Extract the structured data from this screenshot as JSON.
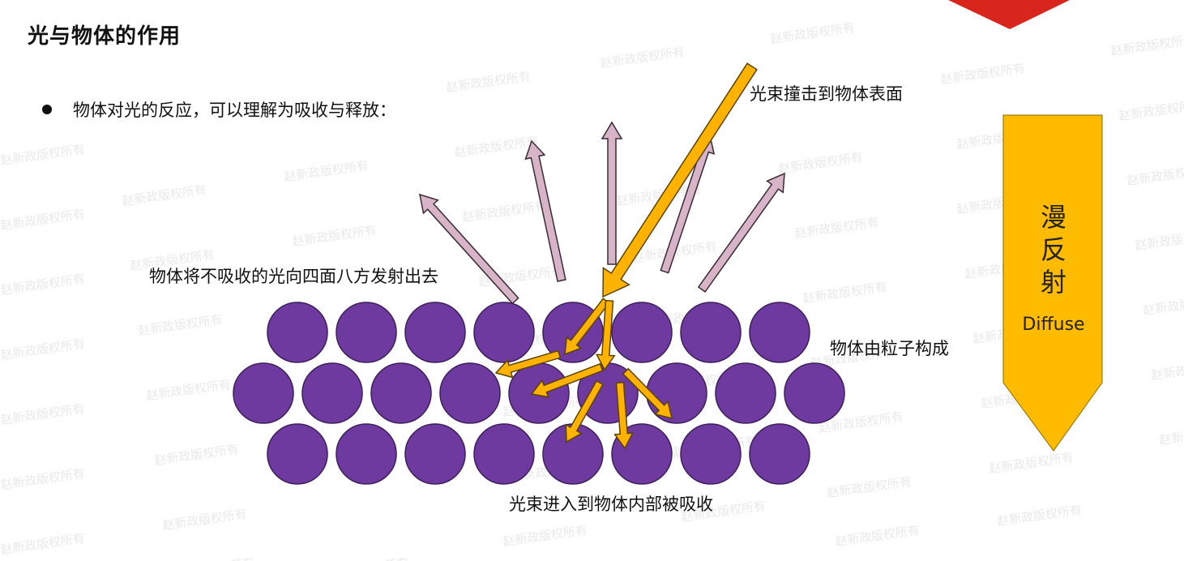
{
  "title": "光与物体的作用",
  "bullet": "物体对光的反应，可以理解为吸收与释放：",
  "labels": {
    "incoming": "光束撞击到物体表面",
    "reflect": "物体将不吸收的光向四面八方发射出去",
    "particles": "物体由粒子构成",
    "absorb": "光束进入到物体内部被吸收"
  },
  "side_panel": {
    "chars": [
      "漫",
      "反",
      "射"
    ],
    "english": "Diffuse"
  },
  "watermark": "赵新政版权所有",
  "colors": {
    "particle": "#6f3aa0",
    "beam": "#ffb300",
    "reflected": "#d8b4c8",
    "panel": "#ffbb00",
    "corner": "#d9261c"
  }
}
